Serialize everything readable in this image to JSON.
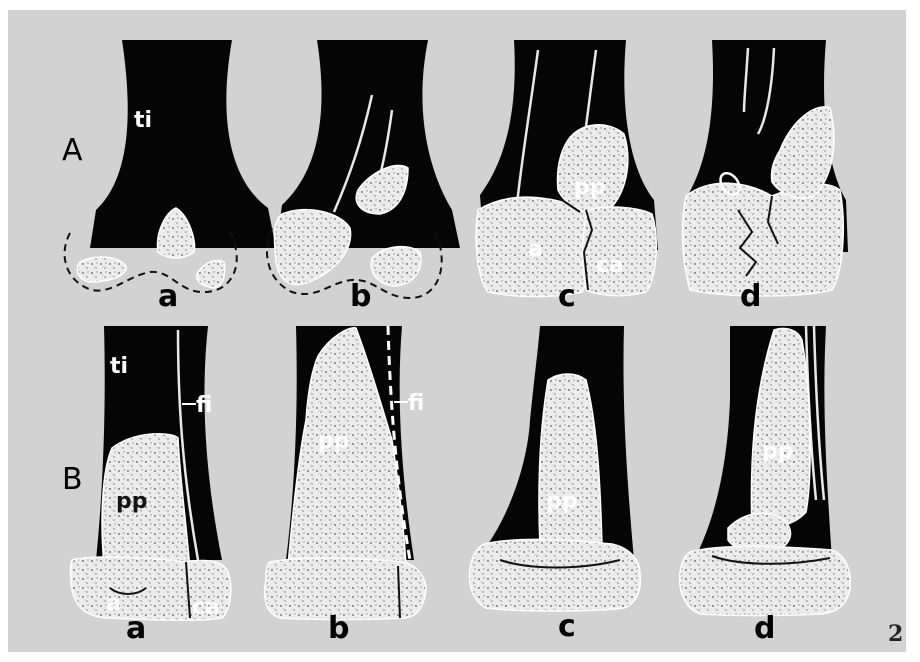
{
  "figure_number": "2",
  "rows": {
    "top": "A",
    "bottom": "B"
  },
  "labels": {
    "tibia": "ti",
    "fibula": "fi",
    "posterior_fragment": "pp",
    "anterior_fragment": "a",
    "anterior_fragment_ca": "ca"
  },
  "panels": {
    "A": [
      "a",
      "b",
      "c",
      "d"
    ],
    "B": [
      "a",
      "b",
      "c",
      "d"
    ]
  },
  "colors": {
    "background": "#d2d2d2",
    "bone": "#050505",
    "fragment": "#e9e9e9"
  }
}
